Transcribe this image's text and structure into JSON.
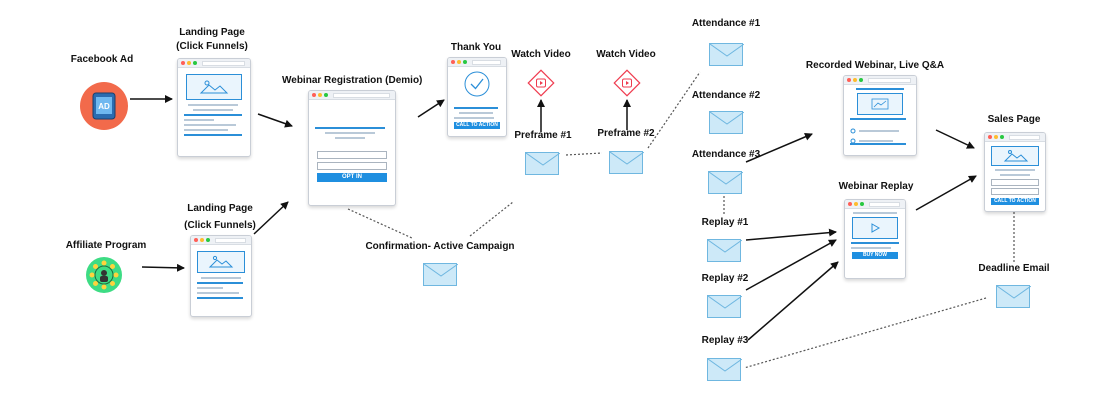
{
  "nodes": {
    "facebook_ad": {
      "label": "Facebook Ad",
      "icon_text": "AD"
    },
    "affiliate_program": {
      "label": "Affiliate Program"
    },
    "landing_page_top": {
      "label_line1": "Landing Page",
      "label_line2": "(Click Funnels)"
    },
    "landing_page_bottom": {
      "label_line1": "Landing Page",
      "label_line2": "(Click Funnels)"
    },
    "webinar_registration": {
      "label": "Webinar Registration (Demio)",
      "button": "OPT IN"
    },
    "thank_you": {
      "label": "Thank You",
      "button": "CALL TO ACTION"
    },
    "confirmation_email": {
      "label": "Confirmation- Active Campaign"
    },
    "watch_video_1": {
      "label": "Watch Video"
    },
    "watch_video_2": {
      "label": "Watch Video"
    },
    "preframe_1": {
      "label": "Preframe #1"
    },
    "preframe_2": {
      "label": "Preframe #2"
    },
    "attendance_1": {
      "label": "Attendance #1"
    },
    "attendance_2": {
      "label": "Attendance #2"
    },
    "attendance_3": {
      "label": "Attendance #3"
    },
    "replay_1": {
      "label": "Replay #1"
    },
    "replay_2": {
      "label": "Replay #2"
    },
    "replay_3": {
      "label": "Replay #3"
    },
    "recorded_webinar": {
      "label": "Recorded Webinar, Live Q&A"
    },
    "webinar_replay": {
      "label": "Webinar Replay",
      "button": "BUY NOW"
    },
    "sales_page": {
      "label": "Sales Page",
      "button": "CALL TO ACTION"
    },
    "deadline_email": {
      "label": "Deadline Email"
    }
  },
  "colors": {
    "ad_circle": "#f26a4b",
    "affiliate_circle": "#3ddc84",
    "accent_blue": "#1f8fe0",
    "video_red": "#ef3b4f",
    "envelope_fill": "#cde9f8"
  }
}
